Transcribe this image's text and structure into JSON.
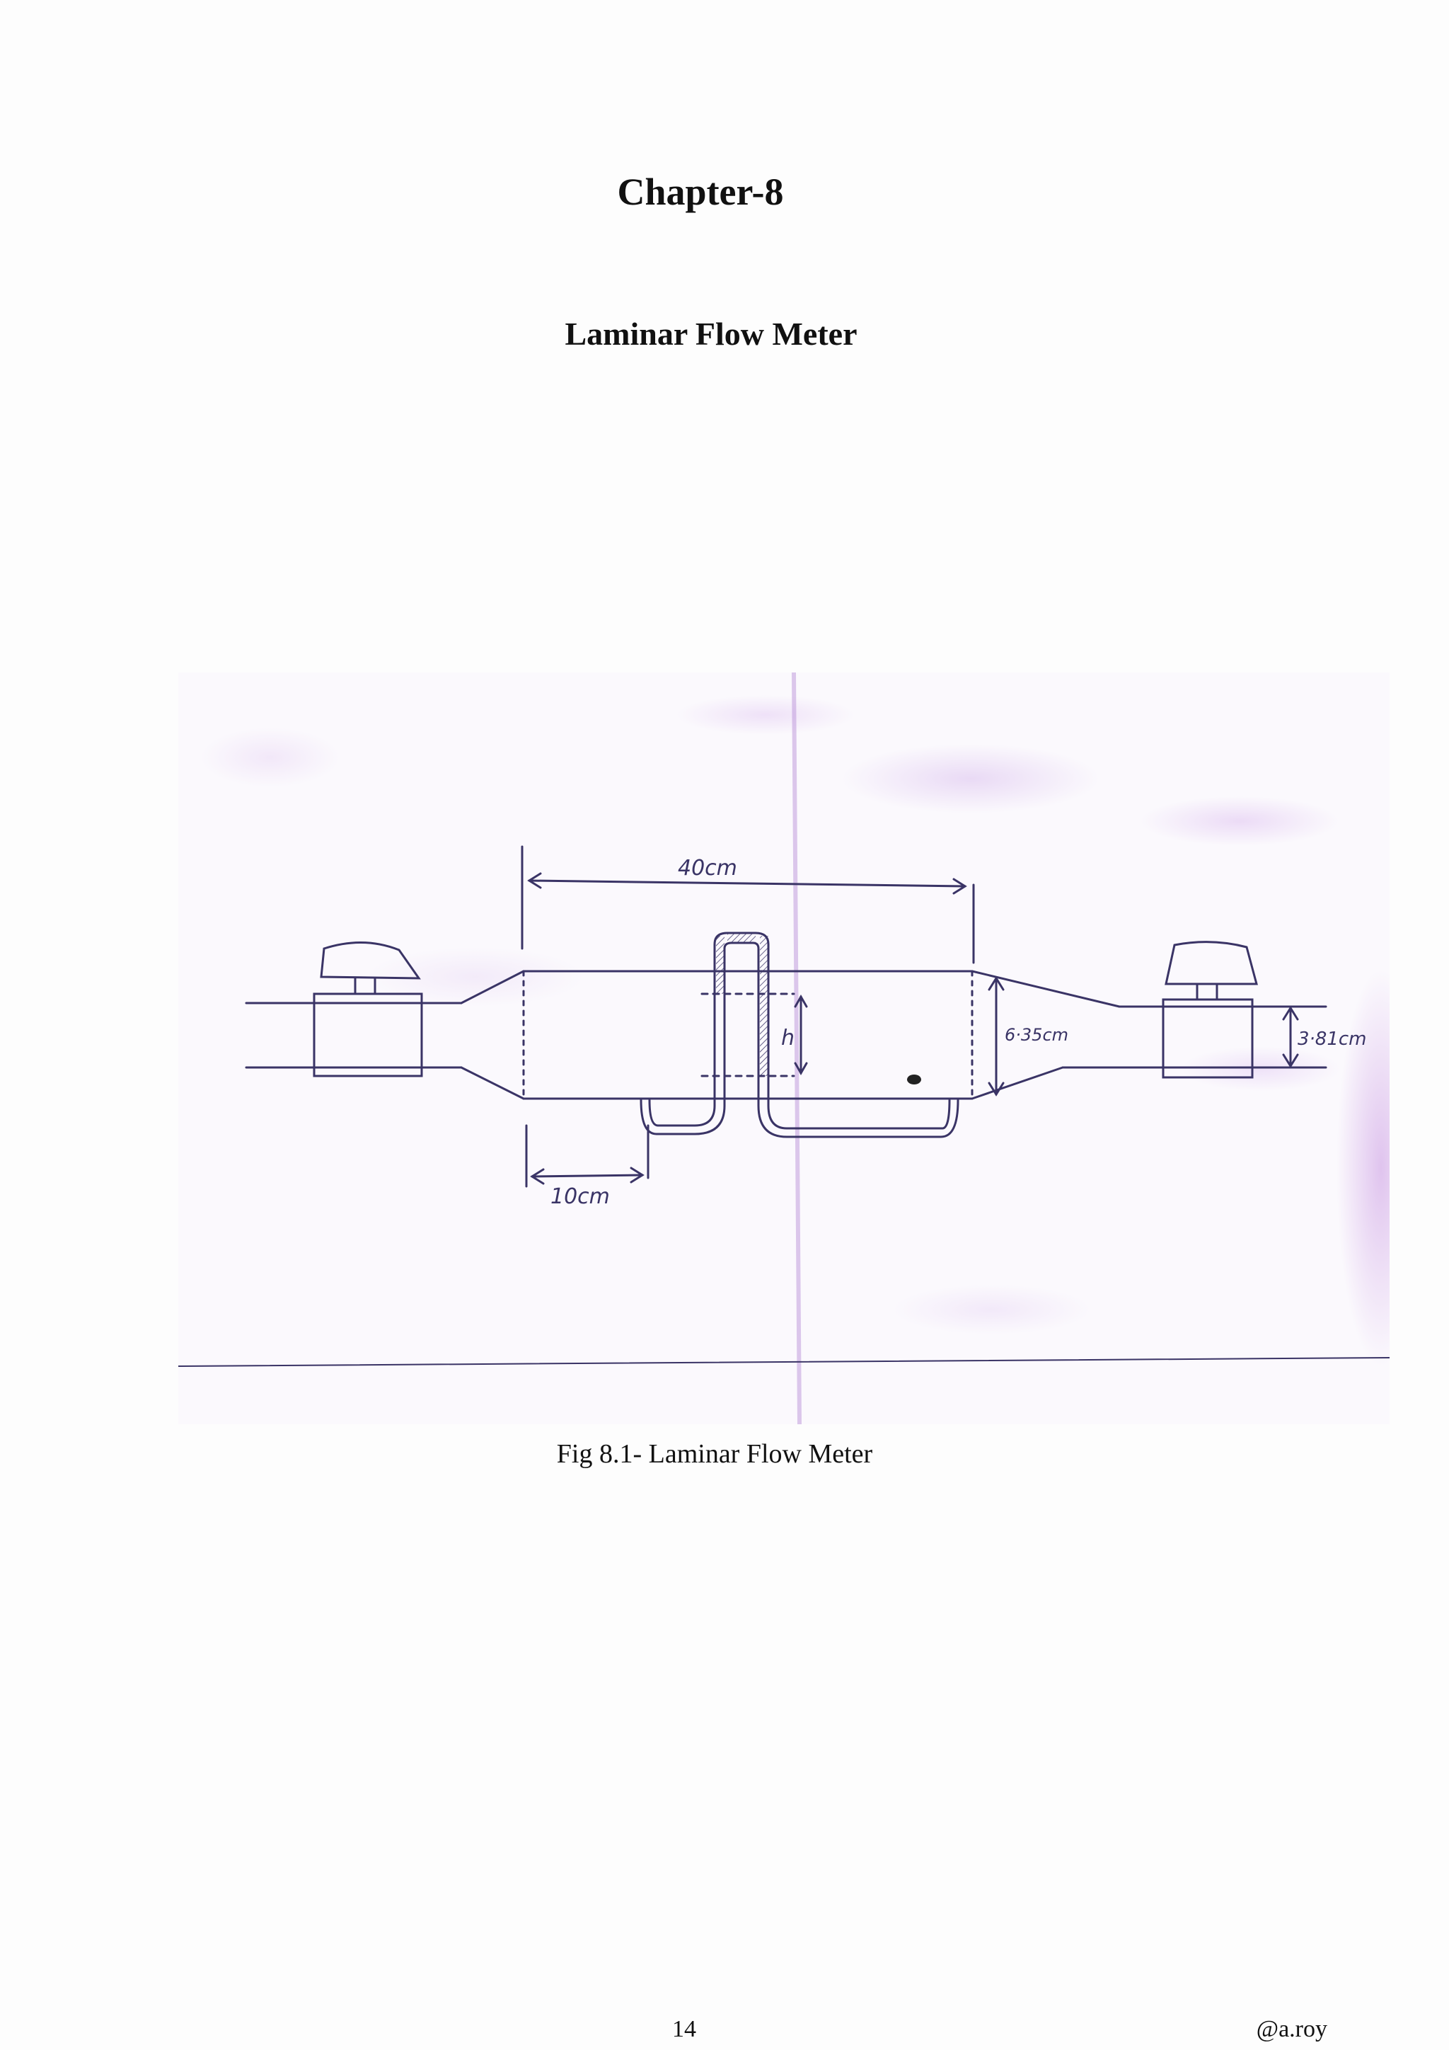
{
  "document": {
    "chapter": "Chapter-8",
    "section": "Laminar Flow Meter",
    "figure_caption": "Fig 8.1- Laminar Flow Meter",
    "page_number": "14",
    "author_tag": "@a.roy"
  },
  "figure": {
    "labels": {
      "length": "40cm",
      "tap_distance": "10cm",
      "head": "h",
      "main_diameter": "6·35cm",
      "pipe_diameter": "3·81cm"
    },
    "ink_color": "#3a3466",
    "stain_color": "#c8a0e6"
  }
}
